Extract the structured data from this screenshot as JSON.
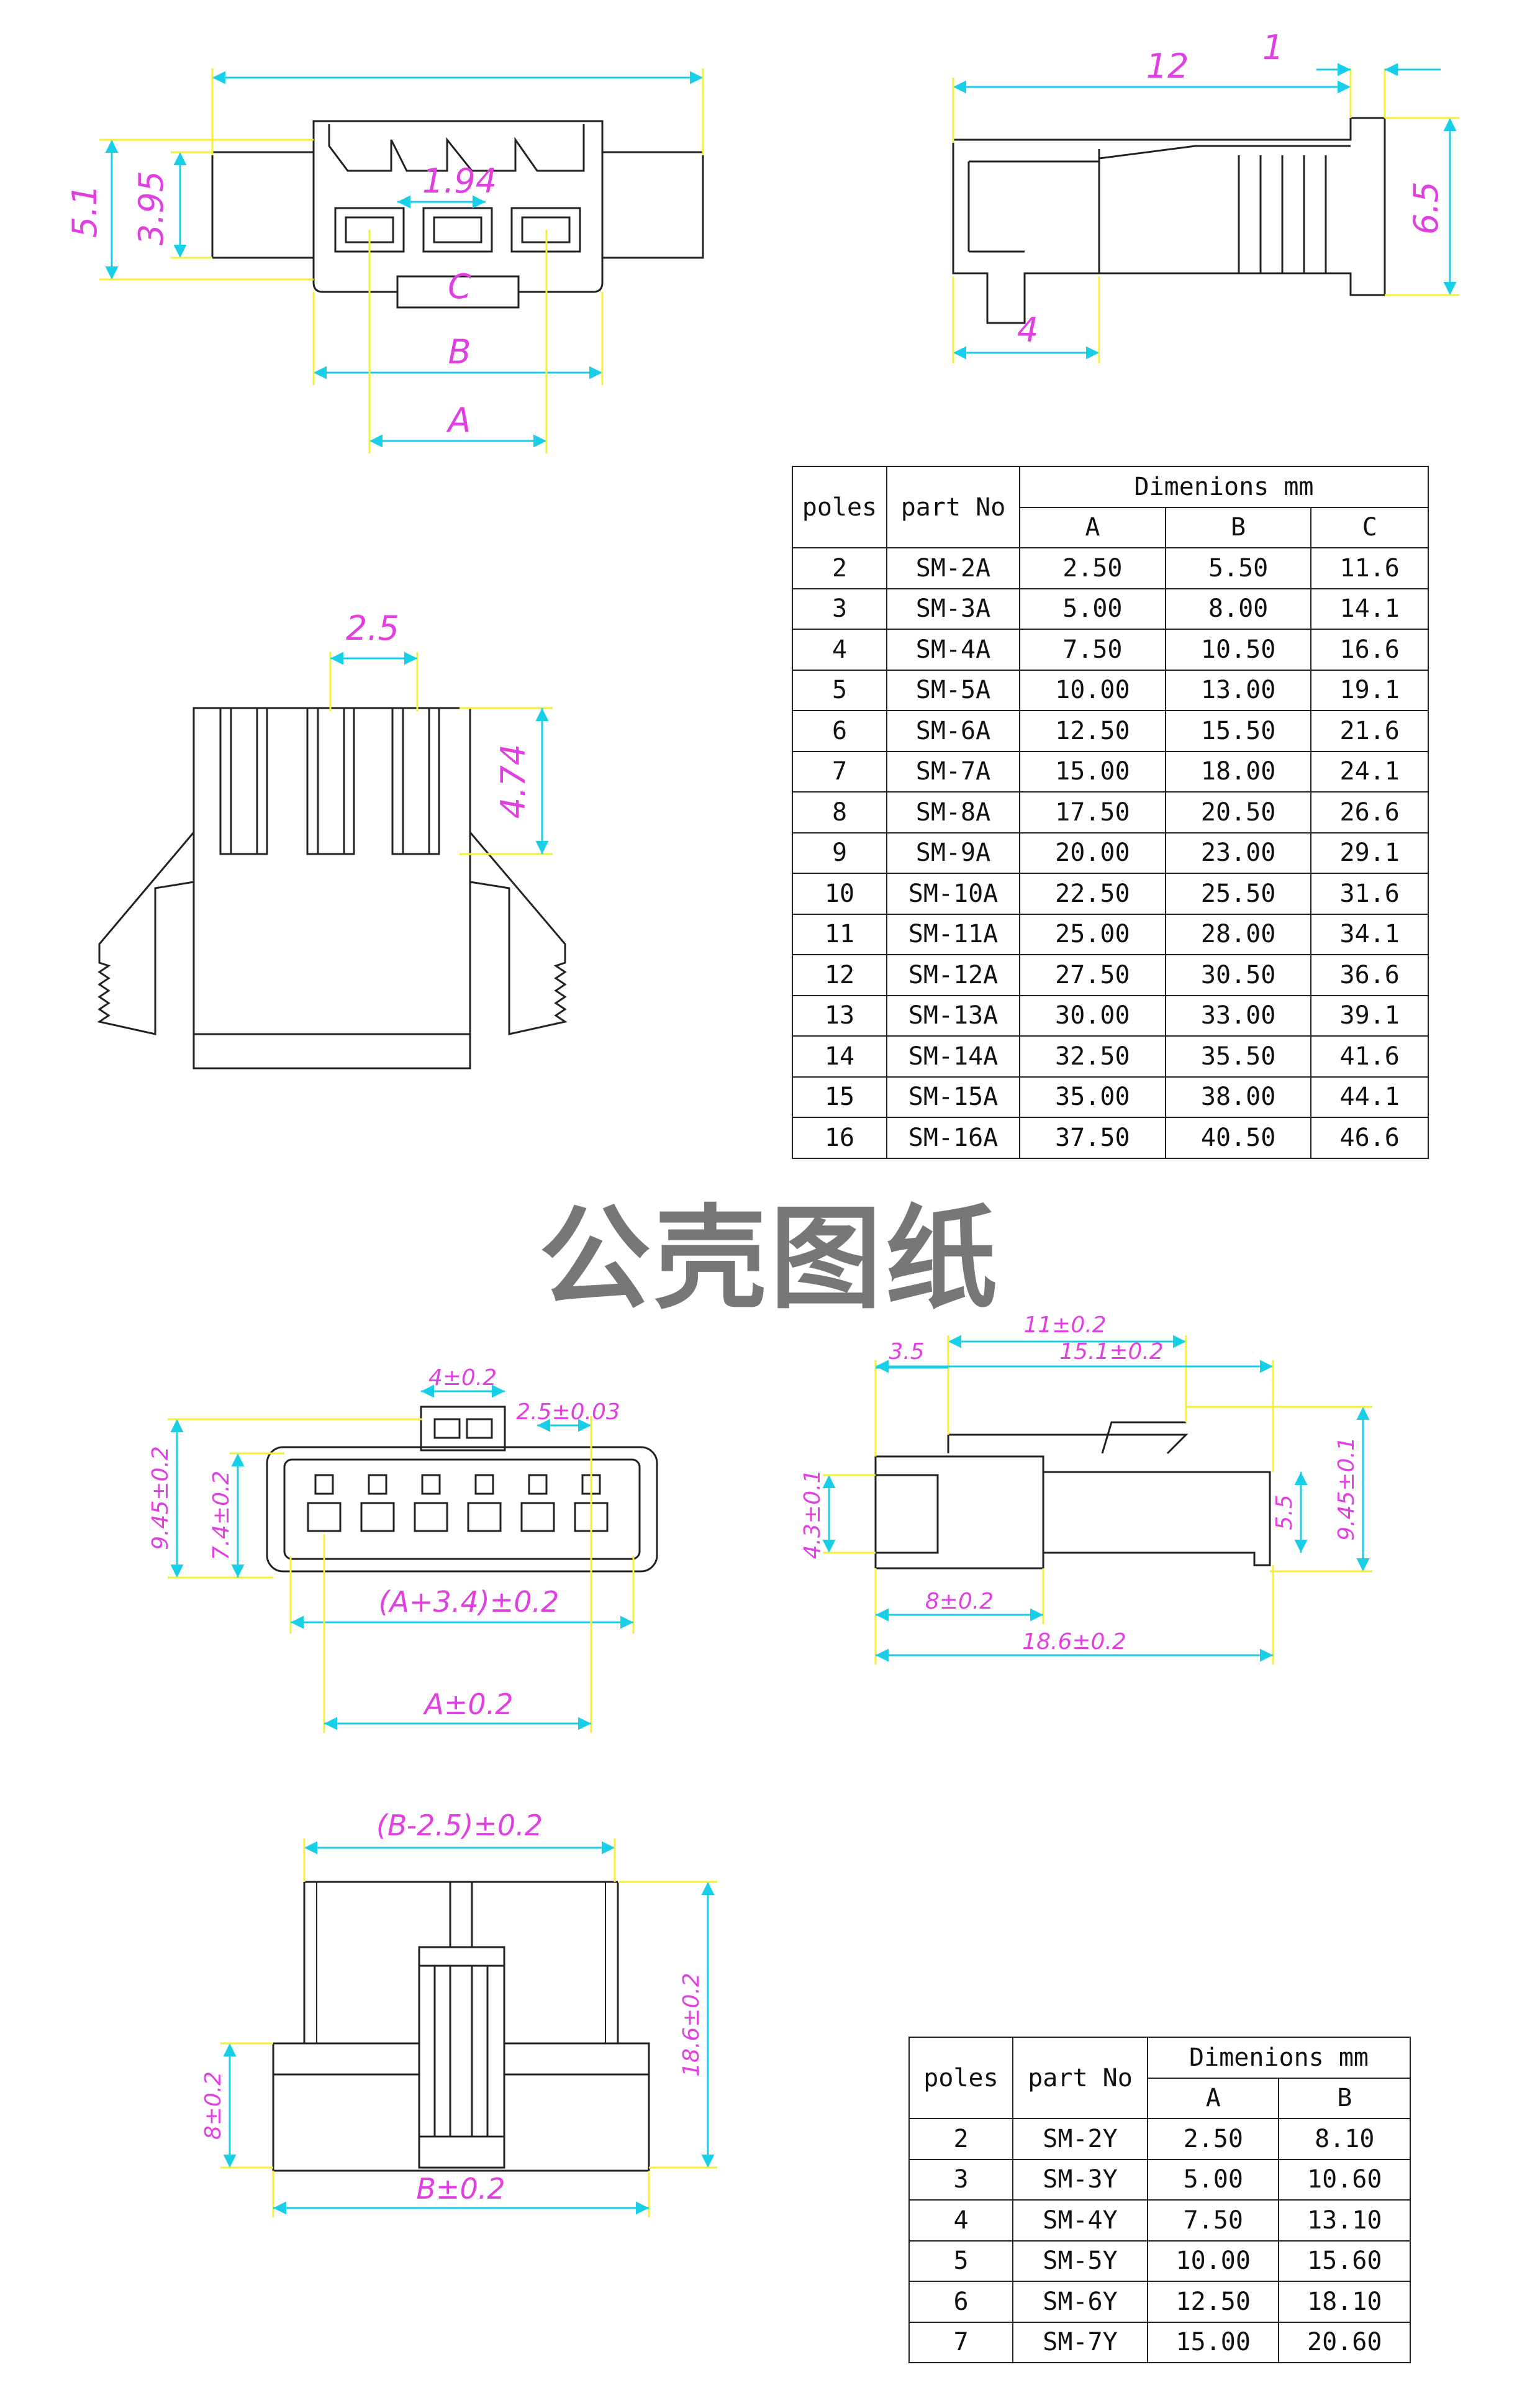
{
  "colors": {
    "outline": "#222222",
    "dim_cyan": "#19cfe8",
    "dim_yellow": "#f5ee3a",
    "dim_text": "#e040e0",
    "title": "#777777"
  },
  "male": {
    "title": "公壳图纸",
    "front_view": {
      "dims": {
        "overall_height": "5.1",
        "body_height": "3.95",
        "pitch": "1.94",
        "c": "C",
        "b": "B",
        "a": "A"
      }
    },
    "side_view": {
      "dims": {
        "length": "12",
        "flange": "1",
        "height": "6.5",
        "latch": "4"
      }
    },
    "top_view": {
      "dims": {
        "pitch": "2.5",
        "slot_depth": "4.74"
      }
    },
    "table": {
      "header_poles": "poles",
      "header_part": "part No",
      "header_dims": "Dimenions mm",
      "col_a": "A",
      "col_b": "B",
      "col_c": "C",
      "rows": [
        [
          "2",
          "SM-2A",
          "2.50",
          "5.50",
          "11.6"
        ],
        [
          "3",
          "SM-3A",
          "5.00",
          "8.00",
          "14.1"
        ],
        [
          "4",
          "SM-4A",
          "7.50",
          "10.50",
          "16.6"
        ],
        [
          "5",
          "SM-5A",
          "10.00",
          "13.00",
          "19.1"
        ],
        [
          "6",
          "SM-6A",
          "12.50",
          "15.50",
          "21.6"
        ],
        [
          "7",
          "SM-7A",
          "15.00",
          "18.00",
          "24.1"
        ],
        [
          "8",
          "SM-8A",
          "17.50",
          "20.50",
          "26.6"
        ],
        [
          "9",
          "SM-9A",
          "20.00",
          "23.00",
          "29.1"
        ],
        [
          "10",
          "SM-10A",
          "22.50",
          "25.50",
          "31.6"
        ],
        [
          "11",
          "SM-11A",
          "25.00",
          "28.00",
          "34.1"
        ],
        [
          "12",
          "SM-12A",
          "27.50",
          "30.50",
          "36.6"
        ],
        [
          "13",
          "SM-13A",
          "30.00",
          "33.00",
          "39.1"
        ],
        [
          "14",
          "SM-14A",
          "32.50",
          "35.50",
          "41.6"
        ],
        [
          "15",
          "SM-15A",
          "35.00",
          "38.00",
          "44.1"
        ],
        [
          "16",
          "SM-16A",
          "37.50",
          "40.50",
          "46.6"
        ]
      ]
    }
  },
  "female": {
    "front_view": {
      "dims": {
        "latch_width": "4±0.2",
        "pitch": "2.5±0.03",
        "height": "9.45±0.2",
        "inner_height": "7.4±0.2",
        "width": "(A+3.4)±0.2",
        "a": "A±0.2"
      }
    },
    "side_view": {
      "dims": {
        "latch_len": "11±0.2",
        "overall": "15.1±0.2",
        "lead": "3.5",
        "height_left": "4.3±0.1",
        "mid": "5.5",
        "height_right": "9.45±0.1",
        "front": "8±0.2",
        "length": "18.6±0.2"
      }
    },
    "top_view": {
      "dims": {
        "top_width": "(B-2.5)±0.2",
        "height": "18.6±0.2",
        "base": "8±0.2",
        "b": "B±0.2"
      }
    },
    "table": {
      "header_poles": "poles",
      "header_part": "part No",
      "header_dims": "Dimenions mm",
      "col_a": "A",
      "col_b": "B",
      "rows": [
        [
          "2",
          "SM-2Y",
          "2.50",
          "8.10"
        ],
        [
          "3",
          "SM-3Y",
          "5.00",
          "10.60"
        ],
        [
          "4",
          "SM-4Y",
          "7.50",
          "13.10"
        ],
        [
          "5",
          "SM-5Y",
          "10.00",
          "15.60"
        ],
        [
          "6",
          "SM-6Y",
          "12.50",
          "18.10"
        ],
        [
          "7",
          "SM-7Y",
          "15.00",
          "20.60"
        ]
      ]
    }
  }
}
